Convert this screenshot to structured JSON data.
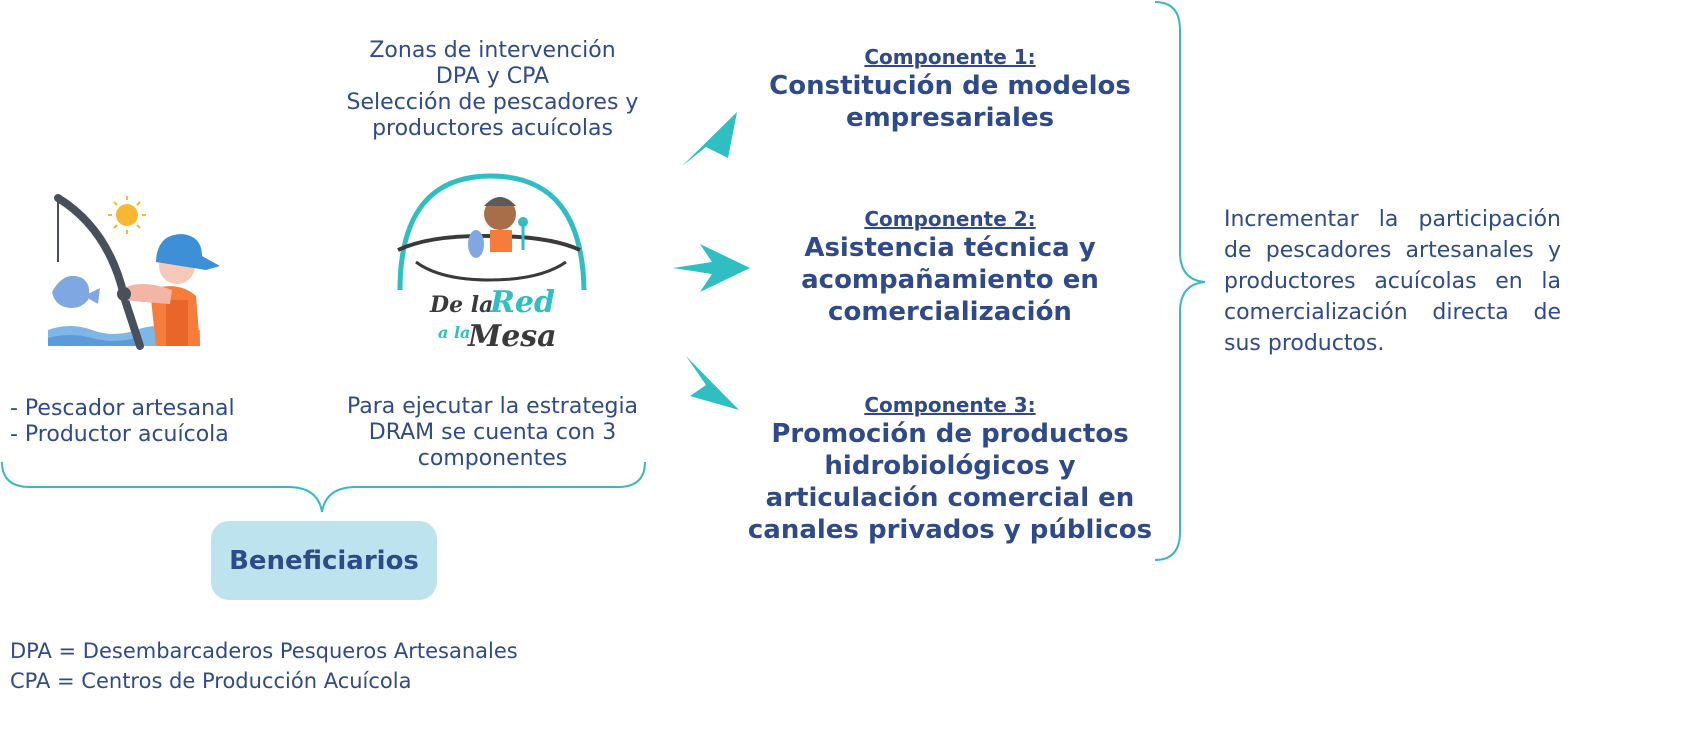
{
  "intervention": {
    "lines": [
      "Zonas de intervención",
      "DPA y CPA",
      "Selección de pescadores y",
      "productores acuícolas"
    ]
  },
  "beneficiary_types": [
    "- Pescador artesanal",
    "- Productor acuícola"
  ],
  "strategy_note": {
    "lines": [
      "Para ejecutar la estrategia",
      "DRAM se cuenta con 3",
      "componentes"
    ]
  },
  "beneficiaries_label": "Beneficiarios",
  "logo_text": "De la Red a la Mesa",
  "components": [
    {
      "label": "Componente 1:",
      "title_lines": [
        "Constitución de modelos",
        "empresariales"
      ]
    },
    {
      "label": "Componente 2:",
      "title_lines": [
        "Asistencia técnica y",
        "acompañamiento en",
        "comercialización"
      ]
    },
    {
      "label": "Componente 3:",
      "title_lines": [
        "Promoción de productos",
        "hidrobiológicos y",
        "articulación comercial en",
        "canales privados y públicos"
      ]
    }
  ],
  "objective": "Incrementar la participación de pescadores artesanales y productores acuícolas en la comercialización directa de sus productos.",
  "legend": [
    "DPA = Desembarcaderos Pesqueros Artesanales",
    "CPA = Centros de Producción Acuícola"
  ],
  "colors": {
    "text": "#2f4a8a",
    "teal": "#2fbfc2",
    "brace": "#37b9bd",
    "benef_box": "#bde3ef"
  }
}
